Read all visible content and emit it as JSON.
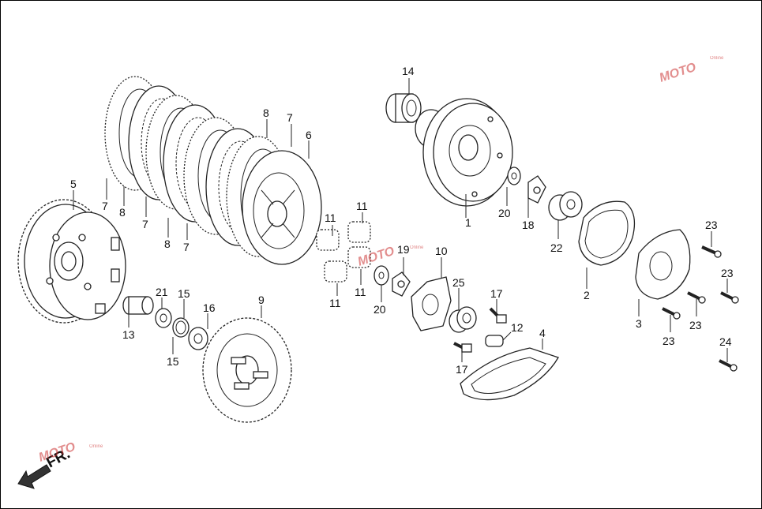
{
  "labels": {
    "l1": "1",
    "l2": "2",
    "l3": "3",
    "l4": "4",
    "l5": "5",
    "l6": "6",
    "l7a": "7",
    "l7b": "7",
    "l7c": "7",
    "l7d": "7",
    "l8a": "8",
    "l8b": "8",
    "l8c": "8",
    "l9": "9",
    "l10": "10",
    "l11a": "11",
    "l11b": "11",
    "l11c": "11",
    "l11d": "11",
    "l12": "12",
    "l13": "13",
    "l14": "14",
    "l15a": "15",
    "l15b": "15",
    "l16": "16",
    "l17a": "17",
    "l17b": "17",
    "l18": "18",
    "l19": "19",
    "l20a": "20",
    "l20b": "20",
    "l21": "21",
    "l22": "22",
    "l23a": "23",
    "l23b": "23",
    "l23c": "23",
    "l23d": "23",
    "l24": "24",
    "l25": "25"
  },
  "direction": {
    "text": "FR."
  },
  "watermark": {
    "brand": "MOTO",
    "sub": "Online"
  }
}
